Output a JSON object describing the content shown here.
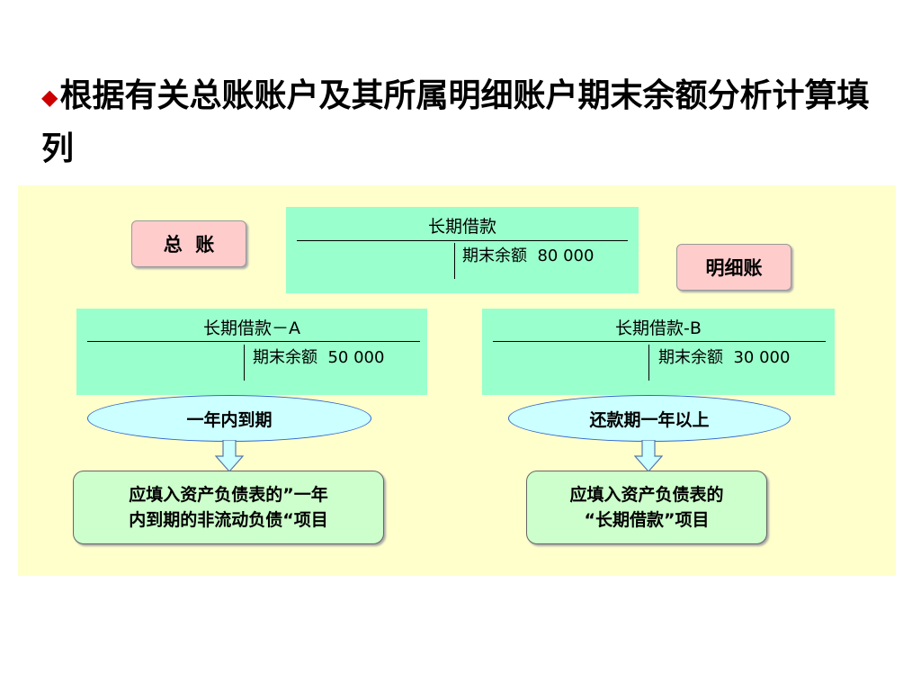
{
  "title": {
    "bullet": "◆",
    "text": "根据有关总账账户及其所属明细账户期末余额分析计算填列"
  },
  "labels": {
    "general_ledger": "总  账",
    "sub_ledger": "明细账"
  },
  "accounts": {
    "main": {
      "name": "长期借款",
      "balance_label": "期末余额",
      "balance": "80 000"
    },
    "a": {
      "name": "长期借款－A",
      "balance_label": "期末余额",
      "balance": "50 000"
    },
    "b": {
      "name": "长期借款-B",
      "balance_label": "期末余额",
      "balance": "30 000"
    }
  },
  "conditions": {
    "a": "一年内到期",
    "b": "还款期一年以上"
  },
  "results": {
    "a": {
      "line1": "应填入资产负债表的”一年",
      "line2": "内到期的非流动负债“项目"
    },
    "b": {
      "line1": "应填入资产负债表的",
      "line2": "“长期借款”项目"
    }
  },
  "colors": {
    "panel_bg": "#ffffcc",
    "account_bg": "#99ffcc",
    "tag_bg": "#ffcccc",
    "ellipse_bg": "#ccffff",
    "result_bg": "#ccffcc",
    "arrow_fill": "#ccffff",
    "bullet": "#cc0000"
  }
}
